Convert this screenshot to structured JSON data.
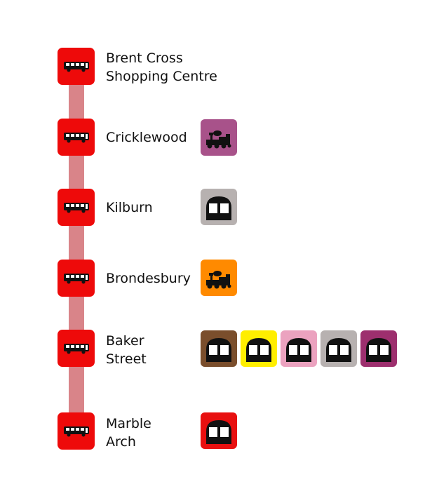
{
  "title": "Bus route stops",
  "colors": {
    "stop_red": "#ee0a0a",
    "route_line": "#d98489",
    "overground_purple": "#a8528a",
    "overground_orange": "#ff8a00",
    "bakerloo": "#7a4e2c",
    "circle": "#ffee00",
    "hammersmith_city": "#eba2bf",
    "jubilee": "#b7b1b0",
    "metropolitan": "#9d2f6e",
    "central": "#e81010"
  },
  "stops": [
    {
      "line1": "Brent Cross",
      "line2": "Shopping Centre",
      "interchanges": []
    },
    {
      "line1": "Cricklewood",
      "line2": "",
      "interchanges": [
        {
          "type": "rail",
          "line": "overground",
          "color": "#a8528a"
        }
      ]
    },
    {
      "line1": "Kilburn",
      "line2": "",
      "interchanges": [
        {
          "type": "tube",
          "line": "jubilee",
          "color": "#b7b1b0"
        }
      ]
    },
    {
      "line1": "Brondesbury",
      "line2": "",
      "interchanges": [
        {
          "type": "rail",
          "line": "overground",
          "color": "#ff8a00"
        }
      ]
    },
    {
      "line1": "Baker",
      "line2": "Street",
      "interchanges": [
        {
          "type": "tube",
          "line": "bakerloo",
          "color": "#7a4e2c"
        },
        {
          "type": "tube",
          "line": "circle",
          "color": "#ffee00"
        },
        {
          "type": "tube",
          "line": "hammersmith-city",
          "color": "#eba2bf"
        },
        {
          "type": "tube",
          "line": "jubilee",
          "color": "#b7b1b0"
        },
        {
          "type": "tube",
          "line": "metropolitan",
          "color": "#9d2f6e"
        }
      ]
    },
    {
      "line1": "Marble",
      "line2": "Arch",
      "interchanges": [
        {
          "type": "tube",
          "line": "central",
          "color": "#e81010"
        }
      ]
    }
  ]
}
